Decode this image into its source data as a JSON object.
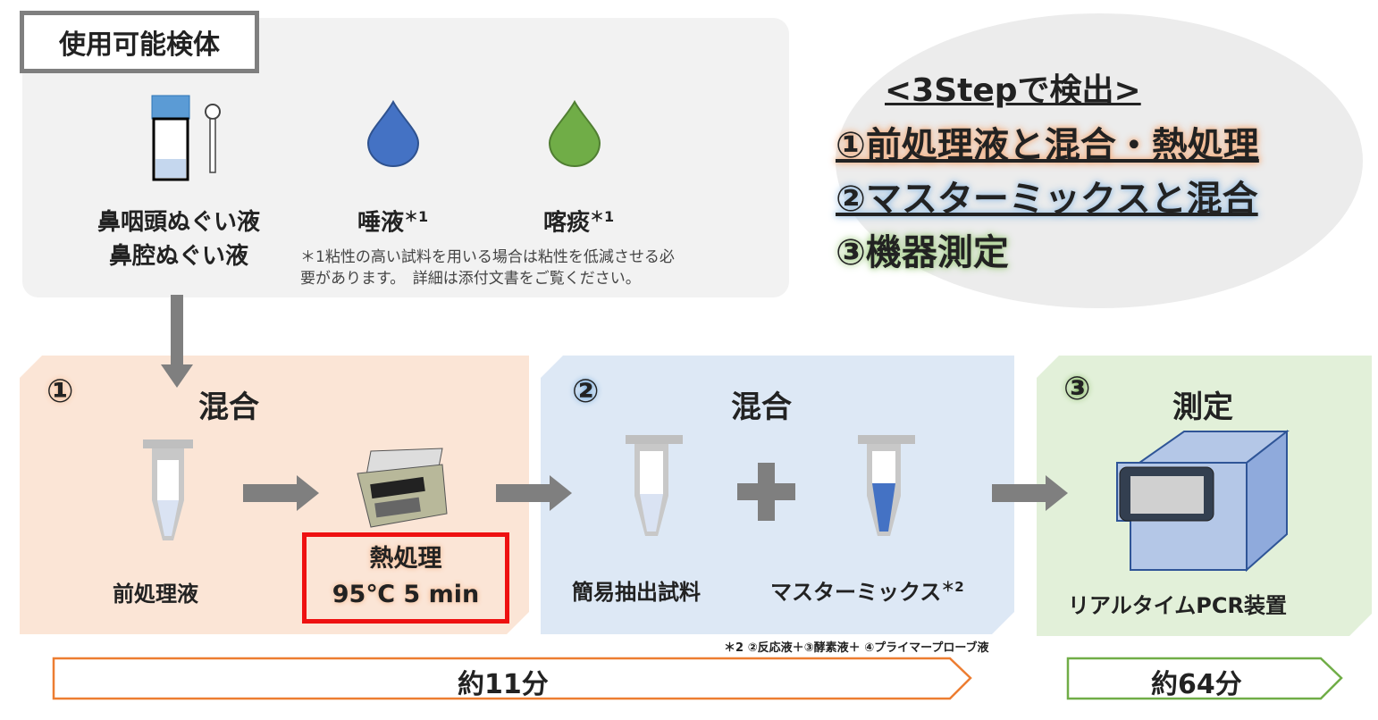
{
  "specimens": {
    "label": "使用可能検体",
    "items": [
      {
        "line1": "鼻咽頭ぬぐい液",
        "line2": "鼻腔ぬぐい液"
      },
      {
        "name": "唾液",
        "mark": "＊1"
      },
      {
        "name": "喀痰",
        "mark": "＊1"
      }
    ],
    "note_line1": "＊1粘性の高い試料を用いる場合は粘性を低減させる必",
    "note_line2": "要があります。　詳細は添付文書をご覧ください。"
  },
  "summary": {
    "title": "<3Stepで検出>",
    "steps": [
      "①前処理液と混合・熱処理",
      "②マスターミックスと混合",
      "③機器測定"
    ]
  },
  "panels": [
    {
      "num": "①",
      "title": "混合",
      "tube_label": "前処理液",
      "heat_line1": "熱処理",
      "heat_line2": "95℃ 5 min"
    },
    {
      "num": "②",
      "title": "混合",
      "item1": "簡易抽出試料",
      "item2": "マスターミックス",
      "item2_mark": "＊2"
    },
    {
      "num": "③",
      "title": "測定",
      "device": "リアルタイムPCR装置"
    }
  ],
  "footnote2": "＊2 ②反応液＋③酵素液＋ ④プライマープローブ液",
  "timeline": {
    "phase1": "約11分",
    "phase2": "約64分"
  },
  "colors": {
    "orange": "#f4b183",
    "blue": "#9dc3e6",
    "green": "#a9d18e",
    "arrow": "#7f7f7f"
  }
}
